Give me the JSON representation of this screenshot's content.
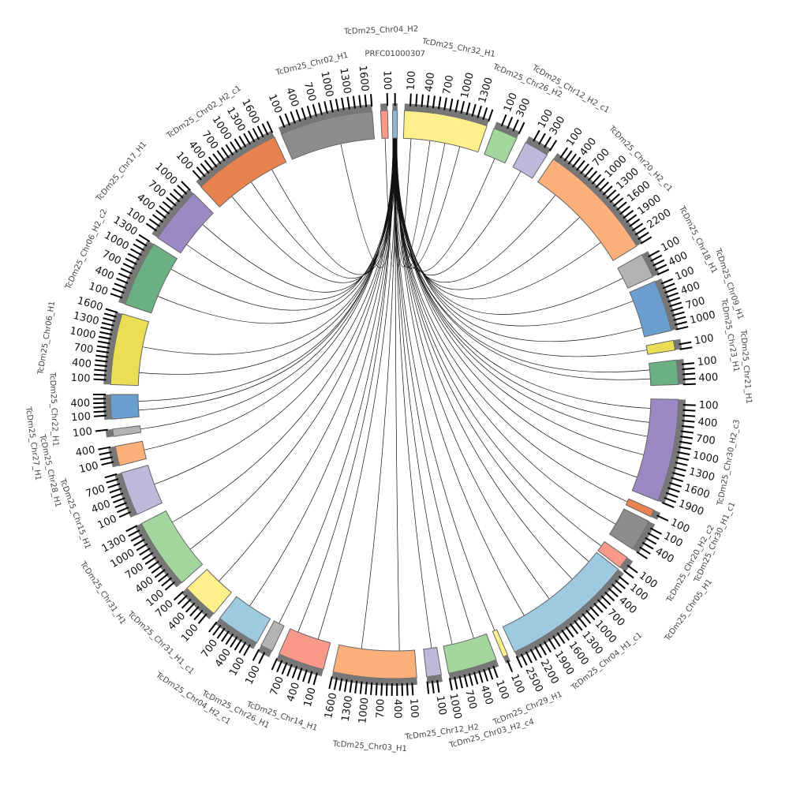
{
  "chart_data": {
    "type": "circos",
    "title": "",
    "tick_step": 100,
    "segments": [
      {
        "name": "TcDm25_Chr02_H1",
        "color": "#8c8c8c",
        "start": 336.5,
        "end": 355.5,
        "length": 1700
      },
      {
        "name": "TcDm25_Chr04_H2",
        "color": "#f8998a",
        "start": 357.2,
        "end": 358.6,
        "length": 100
      },
      {
        "name": "PRFC01000307",
        "color": "#8fb8d8",
        "start": 359.6,
        "end": 360.6,
        "length": 10
      },
      {
        "name": "TcDm25_Chr32_H1",
        "color": "#fdf08a",
        "start": 362,
        "end": 379,
        "length": 1500
      },
      {
        "name": "TcDm25_Chr26_H2",
        "color": "#a3d69d",
        "start": 380.5,
        "end": 385.5,
        "length": 400
      },
      {
        "name": "TcDm25_Chr12_H2_c1",
        "color": "#bcb9db",
        "start": 387.5,
        "end": 392.5,
        "length": 400
      },
      {
        "name": "TcDm25_Chr20_H2_c1",
        "color": "#fdb07a",
        "start": 394,
        "end": 418.5,
        "length": 2400
      },
      {
        "name": "TcDm25_Chr18_H1",
        "color": "#b3b3b3",
        "start": 420.5,
        "end": 425.5,
        "length": 500
      },
      {
        "name": "TcDm25_Chr09_H1",
        "color": "#6a9ecf",
        "start": 426.5,
        "end": 437,
        "length": 1100
      },
      {
        "name": "TcDm25_Chr23_H1",
        "color": "#ebde55",
        "start": 439,
        "end": 441,
        "length": 200
      },
      {
        "name": "TcDm25_Chr21_H1",
        "color": "#6ab083",
        "start": 443,
        "end": 448,
        "length": 500
      },
      {
        "name": "TcDm25_Chr30_H2_c3",
        "color": "#9a89c2",
        "start": 451,
        "end": 472,
        "length": 2000
      },
      {
        "name": "TcDm25_Chr30_H1_c1",
        "color": "#e8824e",
        "start": 474,
        "end": 475.5,
        "length": 50
      },
      {
        "name": "TcDm25_Chr20_H2_c2",
        "color": "#8c8c8c",
        "start": 476.5,
        "end": 483,
        "length": 600
      },
      {
        "name": "TcDm25_Chr05_H1",
        "color": "#f8998a",
        "start": 485,
        "end": 487.5,
        "length": 200
      },
      {
        "name": "TcDm25_Chr04_H1_c1",
        "color": "#9ecae1",
        "start": 488,
        "end": 515,
        "length": 2600
      },
      {
        "name": "TcDm25_Chr29_H1",
        "color": "#fdf08a",
        "start": 516.5,
        "end": 517.5,
        "length": 50
      },
      {
        "name": "TcDm25_Chr03_H2_c4",
        "color": "#a3d69d",
        "start": 519,
        "end": 529,
        "length": 1000
      },
      {
        "name": "TcDm25_Chr12_H2",
        "color": "#bcb9db",
        "start": 530.5,
        "end": 533.5,
        "length": 300
      },
      {
        "name": "TcDm25_Chr03_H1",
        "color": "#fdb07a",
        "start": 535.5,
        "end": 552.5,
        "length": 1700
      },
      {
        "name": "TcDm25_Chr14_H1",
        "color": "#f8998a",
        "start": 554.5,
        "end": 564,
        "length": 900
      },
      {
        "name": "TcDm25_Chr26_H1",
        "color": "#b3b3b3",
        "start": 565.5,
        "end": 568,
        "length": 200
      },
      {
        "name": "TcDm25_Chr04_H2_c1",
        "color": "#9ecae1",
        "start": 569,
        "end": 578,
        "length": 900
      },
      {
        "name": "TcDm25_Chr31_H1_c1",
        "color": "#fdf08a",
        "start": 579.5,
        "end": 587,
        "length": 700
      },
      {
        "name": "TcDm25_Chr31_H1",
        "color": "#a3d69d",
        "start": 588.5,
        "end": 603,
        "length": 1400
      },
      {
        "name": "TcDm25_Chr15_H1",
        "color": "#bcb9db",
        "start": 605,
        "end": 614,
        "length": 900
      },
      {
        "name": "TcDm25_Chr28_H1",
        "color": "#fdb07a",
        "start": 615.5,
        "end": 619.5,
        "length": 400
      },
      {
        "name": "TcDm25_Chr27_H1",
        "color": "#b3b3b3",
        "start": 621.5,
        "end": 623,
        "length": 100
      },
      {
        "name": "TcDm25_Chr22_H1",
        "color": "#6a9ecf",
        "start": 625,
        "end": 630,
        "length": 600
      },
      {
        "name": "TcDm25_Chr06_H1",
        "color": "#ebde55",
        "start": 632,
        "end": 646.5,
        "length": 1600
      },
      {
        "name": "TcDm25_Chr06_H2_c2",
        "color": "#6ab083",
        "start": 648.5,
        "end": 662,
        "length": 1300
      },
      {
        "name": "TcDm25_Chr17_H1",
        "color": "#9a89c2",
        "start": 663.5,
        "end": 675,
        "length": 1100
      },
      {
        "name": "TcDm25_Chr02_H2_c1",
        "color": "#e8824e",
        "start": 677,
        "end": 695,
        "length": 1800
      }
    ],
    "hub_segment": "PRFC01000307",
    "links": [
      [
        0,
        0.6
      ],
      [
        3,
        0.1
      ],
      [
        3,
        0.35
      ],
      [
        3,
        0.55
      ],
      [
        3,
        0.75
      ],
      [
        4,
        0.5
      ],
      [
        5,
        0.4
      ],
      [
        6,
        0.2
      ],
      [
        6,
        0.5
      ],
      [
        6,
        0.8
      ],
      [
        7,
        0.5
      ],
      [
        8,
        0.2
      ],
      [
        8,
        0.8
      ],
      [
        9,
        0.5
      ],
      [
        10,
        0.3
      ],
      [
        10,
        0.7
      ],
      [
        11,
        0.1
      ],
      [
        11,
        0.25
      ],
      [
        11,
        0.4
      ],
      [
        11,
        0.6
      ],
      [
        11,
        0.85
      ],
      [
        12,
        0.5
      ],
      [
        13,
        0.6
      ],
      [
        14,
        0.5
      ],
      [
        15,
        0.1
      ],
      [
        15,
        0.3
      ],
      [
        15,
        0.55
      ],
      [
        15,
        0.8
      ],
      [
        16,
        0.5
      ],
      [
        17,
        0.3
      ],
      [
        17,
        0.8
      ],
      [
        18,
        0.4
      ],
      [
        19,
        0.2
      ],
      [
        19,
        0.7
      ],
      [
        20,
        0.3
      ],
      [
        20,
        0.8
      ],
      [
        21,
        0.5
      ],
      [
        22,
        0.6
      ],
      [
        23,
        0.5
      ],
      [
        24,
        0.3
      ],
      [
        24,
        0.8
      ],
      [
        25,
        0.5
      ],
      [
        26,
        0.5
      ],
      [
        27,
        0.5
      ],
      [
        28,
        0.3
      ],
      [
        28,
        0.7
      ],
      [
        29,
        0.2
      ],
      [
        29,
        0.6
      ],
      [
        30,
        0.3
      ],
      [
        30,
        0.8
      ],
      [
        31,
        0.2
      ],
      [
        31,
        0.7
      ],
      [
        32,
        0.2
      ],
      [
        32,
        0.5
      ],
      [
        32,
        0.8
      ],
      [
        1,
        0.5
      ]
    ]
  }
}
